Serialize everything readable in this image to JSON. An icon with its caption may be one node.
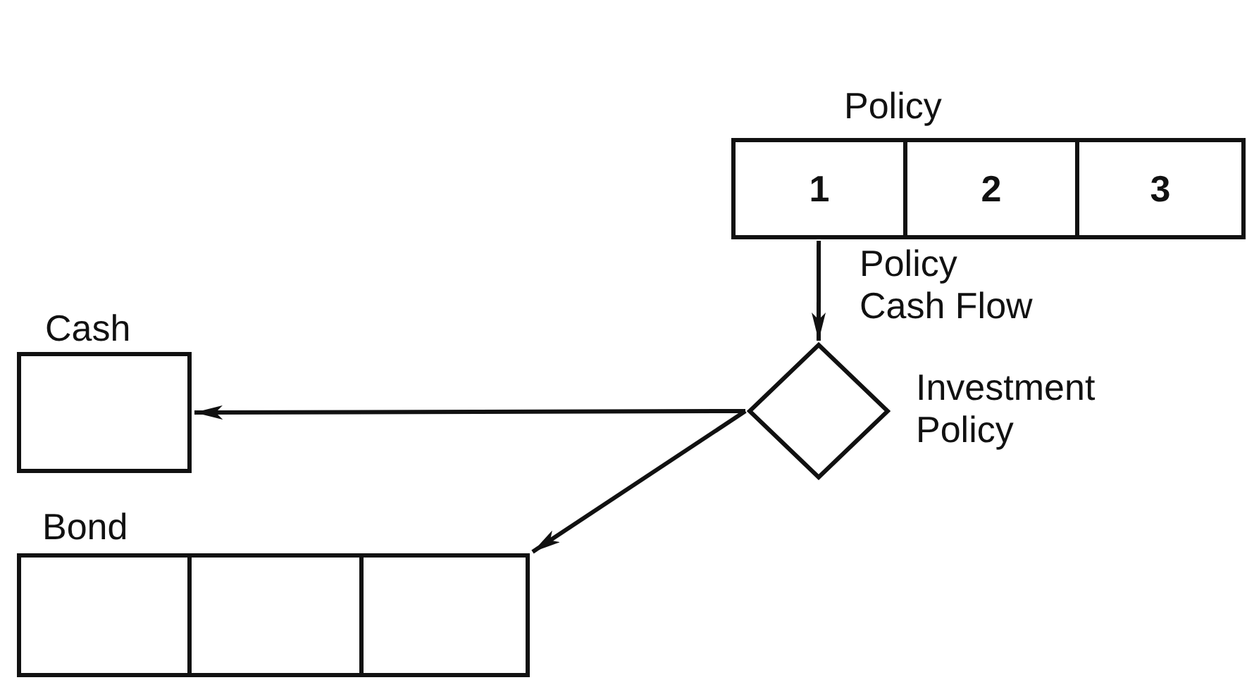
{
  "diagram": {
    "nodes": [
      {
        "text": [
          "Policy"
        ]
      },
      {
        "text": [
          "1"
        ],
        "in": 0
      },
      {
        "text": [
          "2"
        ],
        "in": 0
      },
      {
        "text": [
          "3"
        ],
        "in": 0
      },
      {
        "text": [],
        "shape": "diamond",
        "beside": [
          "Investment Policy"
        ]
      },
      {
        "text": [
          "Cash"
        ]
      },
      {
        "text": [
          "Bond"
        ]
      },
      {
        "text": [],
        "shape": "box",
        "in": 6
      },
      {
        "text": [],
        "shape": "box",
        "in": 6
      },
      {
        "text": [],
        "shape": "box",
        "in": 6
      }
    ],
    "edges": [
      {
        "from": 0,
        "to": 4,
        "arrow": "to",
        "label": "Policy Cash Flow"
      },
      {
        "from": 4,
        "to": 5,
        "arrow": "to"
      },
      {
        "from": 4,
        "to": 6,
        "arrow": "to"
      }
    ]
  }
}
